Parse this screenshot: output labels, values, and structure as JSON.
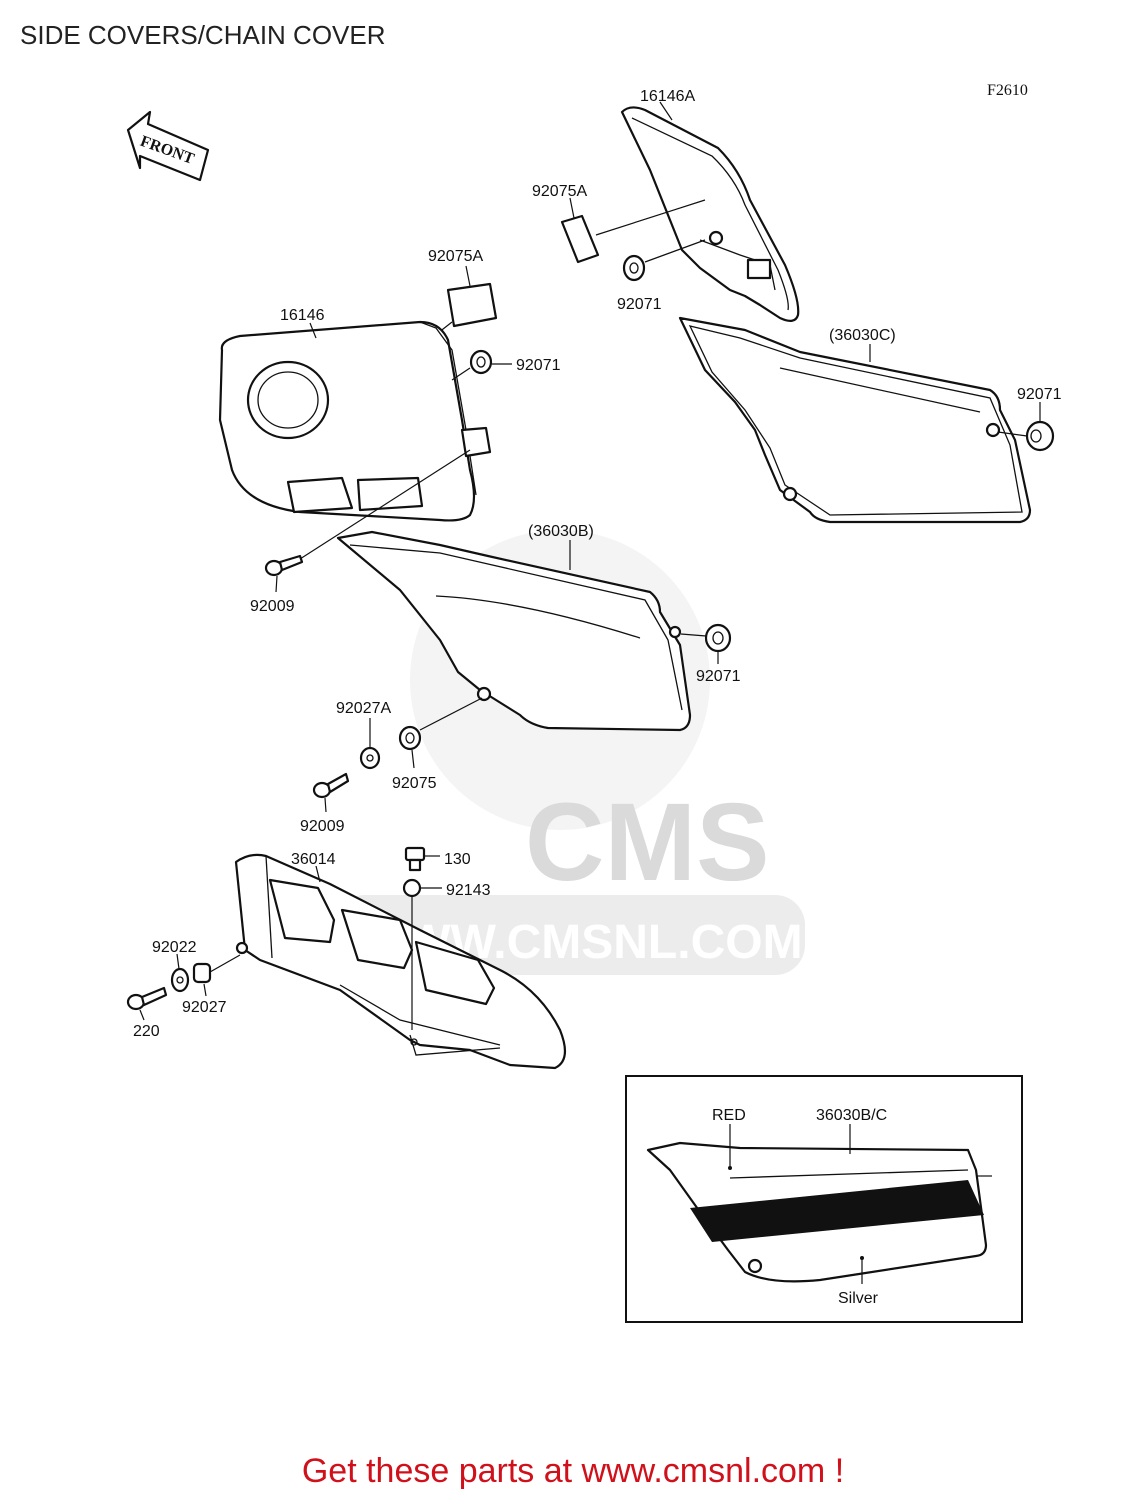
{
  "page_title": "SIDE COVERS/CHAIN COVER",
  "figure_code": "F2610",
  "front_arrow_label": "FRONT",
  "watermark": {
    "brand": "CMS",
    "url": "WWW.CMSNL.COM"
  },
  "footer_text": "Get these parts at www.cmsnl.com !",
  "part_labels": {
    "p16146A": "16146A",
    "p92075A_top": "92075A",
    "p92071_top": "92071",
    "p36030C": "(36030C)",
    "p92071_right": "92071",
    "p92075A_mid": "92075A",
    "p16146": "16146",
    "p92071_mid": "92071",
    "p36030B": "(36030B)",
    "p92009_upper": "92009",
    "p92071_lower": "92071",
    "p92027A": "92027A",
    "p92075": "92075",
    "p92009_lower": "92009",
    "p36014": "36014",
    "p130": "130",
    "p92143": "92143",
    "p92022": "92022",
    "p92027": "92027",
    "p220": "220"
  },
  "inset": {
    "label_red": "RED",
    "label_part": "36030B/C",
    "label_silver": "Silver"
  }
}
